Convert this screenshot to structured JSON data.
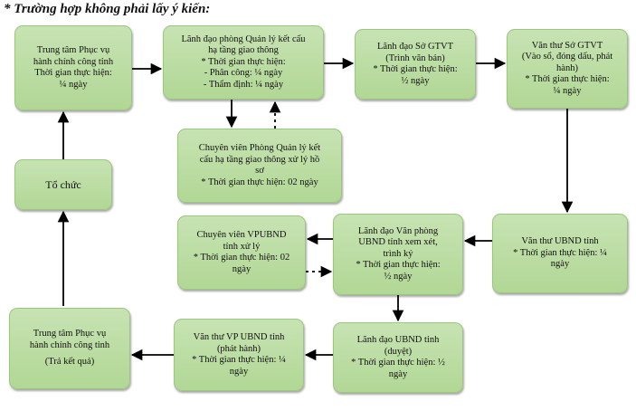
{
  "title": "* Trường hợp không phải lấy ý kiến:",
  "boxes": {
    "b1": [
      "Trung tâm Phục vụ",
      "hành chính công tỉnh",
      "Thời gian thực hiện:",
      "¼ ngày"
    ],
    "b2": [
      "Lãnh đạo phòng Quản lý kết cấu",
      "hạ tầng giao thông",
      "* Thời gian thực hiện:",
      "- Phân công: ¼ ngày",
      "- Thẩm định: ¼ ngày"
    ],
    "b3": [
      "Lãnh đạo Sở GTVT",
      "(Trình văn bản)",
      "* Thời gian thực hiện:",
      "½ ngày"
    ],
    "b4": [
      "Văn thư Sở GTVT",
      "(Vào sổ, đóng dấu, phát",
      "hành)",
      "* Thời gian thực hiện:",
      "¼ ngày"
    ],
    "b5": [
      "Chuyên viên Phòng Quản lý kết",
      "cấu hạ tầng giao thông xử lý hồ",
      "sơ",
      "* Thời gian thực hiện: 02 ngày"
    ],
    "b6": [
      "Tổ chức"
    ],
    "b7": [
      "Văn thư UBND tỉnh",
      "* Thời gian thực hiện: ¼",
      "ngày"
    ],
    "b8": [
      "Lãnh đạo Văn phòng",
      "UBND tỉnh xem xét,",
      "trình ký",
      "* Thời gian thực hiện:",
      "½ ngày"
    ],
    "b9": [
      "Chuyên viên VPUBND",
      "tỉnh xử lý",
      "* Thời gian thực hiện: 02",
      "ngày"
    ],
    "b10": [
      "Trung tâm Phục vụ",
      "hành chính công tỉnh",
      "",
      "(Trả kết quả)"
    ],
    "b11": [
      "Văn thư VP UBND tỉnh",
      "(phát hành)",
      "* Thời gian thực hiện: ¼",
      "ngày"
    ],
    "b12": [
      "Lãnh đạo UBND tỉnh",
      "(duyệt)",
      "* Thời gian thực hiện:   ½",
      "ngày"
    ]
  }
}
